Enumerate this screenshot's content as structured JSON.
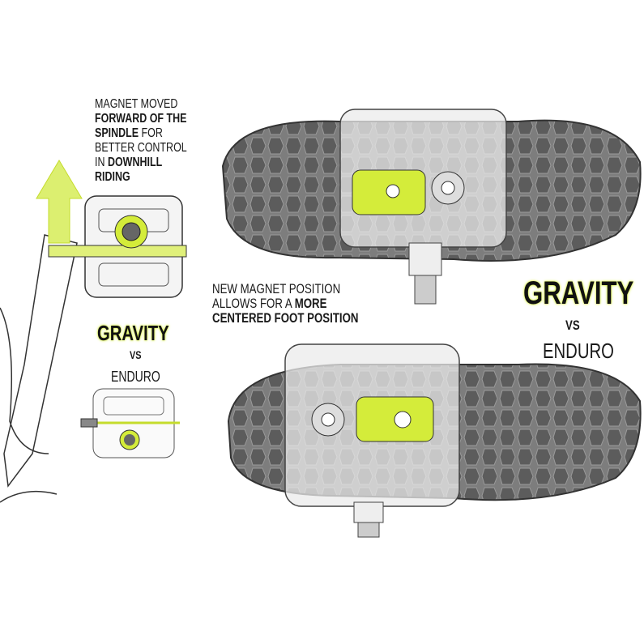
{
  "left_note": {
    "line1": "MAGNET MOVED",
    "line2_bold": "FORWARD OF THE",
    "line3_bold": "SPINDLE",
    "line3_rest": " FOR",
    "line4": "BETTER CONTROL",
    "line5_plain": "IN ",
    "line5_bold": "DOWNHILL",
    "line6_bold": "RIDING"
  },
  "left_compare": {
    "gravity": "GRAVITY",
    "vs": "vs",
    "enduro": "ENDURO"
  },
  "center_note": {
    "line1": "NEW MAGNET POSITION",
    "line2_plain": "ALLOWS FOR A ",
    "line2_bold": "MORE",
    "line3_bold": "CENTERED FOOT POSITION"
  },
  "right_compare": {
    "gravity": "GRAVITY",
    "vs": "vs",
    "enduro": "ENDURO"
  },
  "colors": {
    "accent": "#d4ec3a",
    "sole": "#7a7a7a",
    "outline": "#333333"
  }
}
